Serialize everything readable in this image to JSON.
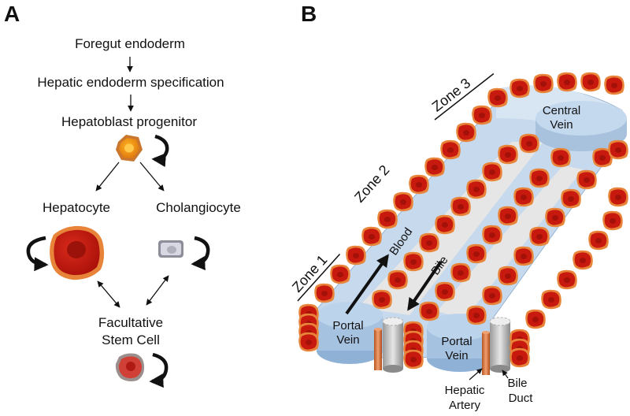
{
  "panel_a": {
    "letter": "A",
    "steps": {
      "foregut": "Foregut endoderm",
      "specification": "Hepatic endoderm specification",
      "hepatoblast": "Hepatoblast progenitor",
      "hepatocyte": "Hepatocyte",
      "cholangiocyte": "Cholangiocyte",
      "stem_line1": "Facultative",
      "stem_line2": "Stem Cell"
    }
  },
  "panel_b": {
    "letter": "B",
    "zones": {
      "zone1": "Zone 1",
      "zone2": "Zone 2",
      "zone3": "Zone 3"
    },
    "central_vein": {
      "line1": "Central",
      "line2": "Vein"
    },
    "portal_vein": {
      "line1": "Portal",
      "line2": "Vein"
    },
    "flow_blood": "Blood",
    "flow_bile": "Bile",
    "hepatic_artery": {
      "line1": "Hepatic",
      "line2": "Artery"
    },
    "bile_duct": {
      "line1": "Bile",
      "line2": "Duct"
    }
  },
  "colors": {
    "hepatocyte_red": "#c8190e",
    "hepatocyte_rim": "#e8843a",
    "vein_blue": "#b9cfe6",
    "artery_orange": "#d9733a",
    "duct_gray": "#c8c8c8"
  }
}
